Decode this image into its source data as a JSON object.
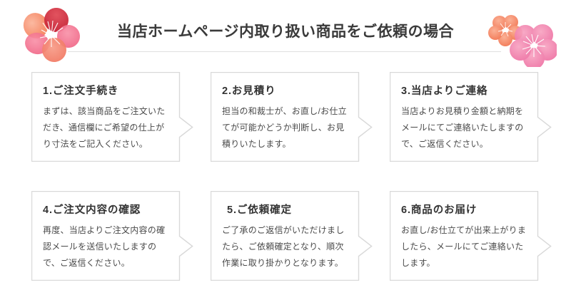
{
  "header": {
    "title": "当店ホームページ内取り扱い商品をご依頼の場合",
    "decoration_left": "plum-blossom-flower",
    "decoration_right": "plum-blossom-flower-pair",
    "rule_color": "#e0e0e0",
    "title_color": "#3a3a3a"
  },
  "theme": {
    "background": "#ffffff",
    "card_border": "#d9d9d9",
    "body_text": "#4a4a4a",
    "flower_pink": "#f2789f",
    "flower_coral": "#f58060",
    "flower_red": "#d6293f"
  },
  "steps": [
    {
      "number": "1",
      "title": "1.ご注文手続き",
      "text": "まずは、該当商品をご注文いただき、通信欄にご希望の仕上がり寸法をご記入ください。",
      "arrow": "chevron-right"
    },
    {
      "number": "2",
      "title": "2.お見積り",
      "text": "担当の和裁士が、お直し/お仕立てが可能かどうか判断し、お見積りいたします。",
      "arrow": "chevron-right"
    },
    {
      "number": "3",
      "title": "3.当店よりご連絡",
      "text": "当店よりお見積り金額と納期をメールにてご連絡いたしますので、ご返信ください。",
      "arrow": "chevron-right"
    },
    {
      "number": "4",
      "title": "4.ご注文内容の確認",
      "text": "再度、当店よりご注文内容の確認メールを送信いたしますので、ご返信ください。",
      "arrow": "chevron-right"
    },
    {
      "number": "5",
      "title": "5.ご依頼確定",
      "text": "ご了承のご返信がいただけましたら、ご依頼確定となり、順次作業に取り掛かりとなります。",
      "arrow": "chevron-right"
    },
    {
      "number": "6",
      "title": "6.商品のお届け",
      "text": "お直し/お仕立てが出来上がりましたら、メールにてご連絡いたします。",
      "arrow": "chevron-right"
    }
  ]
}
